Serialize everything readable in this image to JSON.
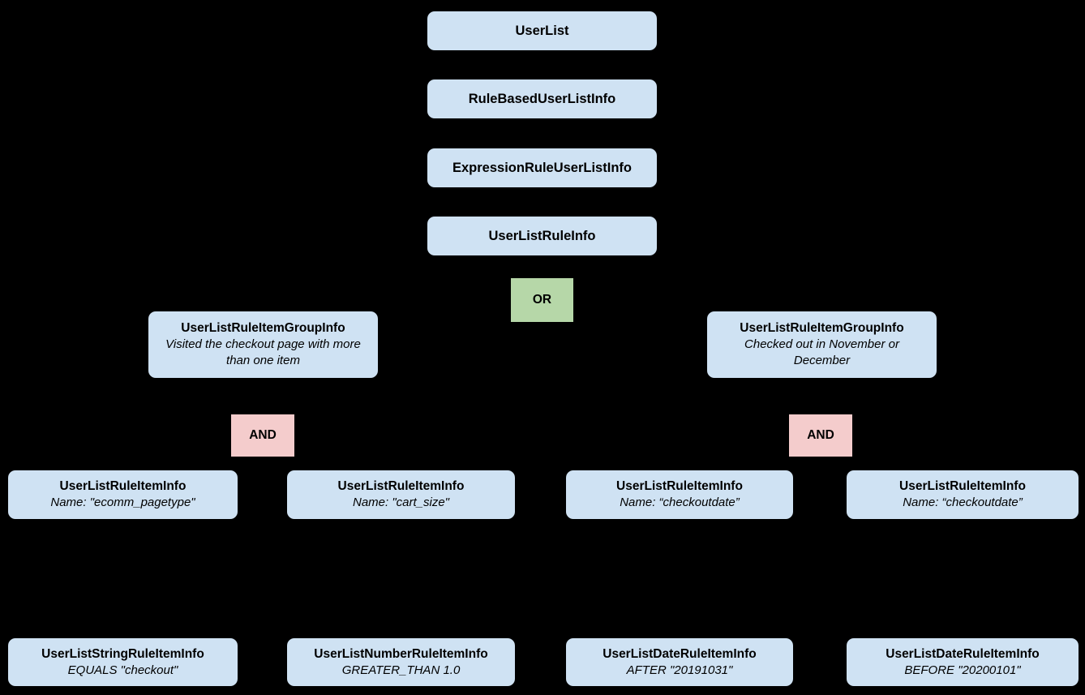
{
  "diagram": {
    "background_color": "#000000",
    "node_fill_color": "#cfe2f3",
    "or_fill_color": "#b6d7a8",
    "and_fill_color": "#f4cccc",
    "text_color": "#000000",
    "root_chain": [
      {
        "label": "UserList"
      },
      {
        "label": "RuleBasedUserListInfo"
      },
      {
        "label": "ExpressionRuleUserListInfo"
      },
      {
        "label": "UserListRuleInfo"
      }
    ],
    "or_operator": "OR",
    "and_operator_left": "AND",
    "and_operator_right": "AND",
    "groups": [
      {
        "title": "UserListRuleItemGroupInfo",
        "description": "Visited the checkout page with more than one item"
      },
      {
        "title": "UserListRuleItemGroupInfo",
        "description": "Checked out in November or December"
      }
    ],
    "rule_items": [
      {
        "title": "UserListRuleItemInfo",
        "detail": "Name: \"ecomm_pagetype\""
      },
      {
        "title": "UserListRuleItemInfo",
        "detail": "Name: \"cart_size\""
      },
      {
        "title": "UserListRuleItemInfo",
        "detail": "Name: “checkoutdate”"
      },
      {
        "title": "UserListRuleItemInfo",
        "detail": "Name: “checkoutdate”"
      }
    ],
    "operands": [
      {
        "title": "UserListStringRuleItemInfo",
        "detail": "EQUALS \"checkout\""
      },
      {
        "title": "UserListNumberRuleItemInfo",
        "detail": "GREATER_THAN 1.0"
      },
      {
        "title": "UserListDateRuleItemInfo",
        "detail": "AFTER \"20191031\""
      },
      {
        "title": "UserListDateRuleItemInfo",
        "detail": "BEFORE \"20200101\""
      }
    ]
  }
}
